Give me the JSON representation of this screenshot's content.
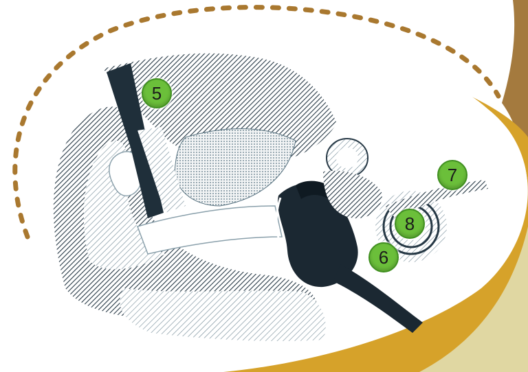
{
  "colors": {
    "background": "#ffffff",
    "brown_band": "#a47a3e",
    "gold_band": "#d6a22a",
    "cream_band": "#e0d7a2",
    "dashed_outline": "#a9782f",
    "marker_fill": "#6bbf3a",
    "ink": "#263845"
  },
  "illustration": {
    "subject": "ear-anatomy-cross-section",
    "markers": [
      {
        "label": "5"
      },
      {
        "label": "7"
      },
      {
        "label": "8"
      },
      {
        "label": "6"
      }
    ]
  }
}
